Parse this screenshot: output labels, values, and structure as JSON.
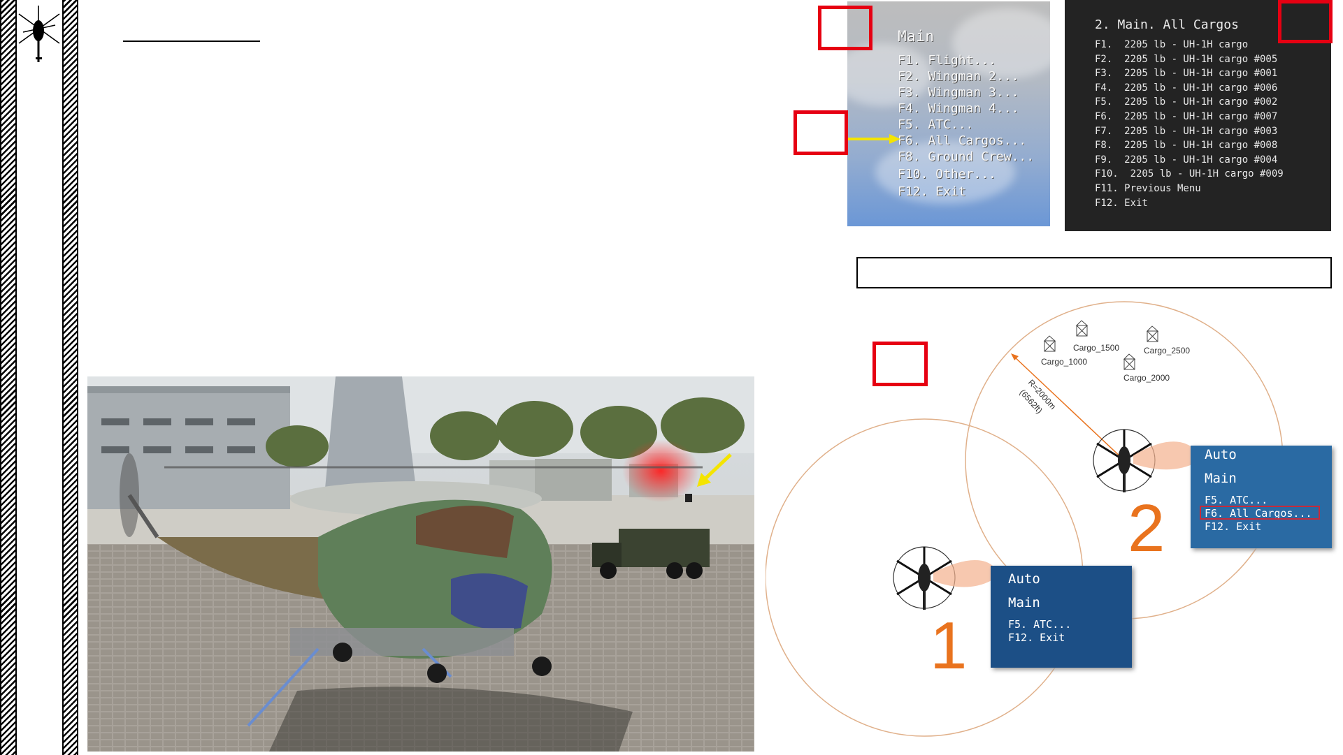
{
  "menu_main": {
    "title": "Main",
    "items": [
      "F1. Flight...",
      "F2. Wingman 2...",
      "F3. Wingman 3...",
      "F4. Wingman 4...",
      "F5. ATC...",
      "F6. All Cargos...",
      "F8. Ground Crew...",
      "F10. Other...",
      "F12. Exit"
    ]
  },
  "menu_cargo": {
    "title": "2. Main. All Cargos",
    "items": [
      "F1.  2205 lb - UH-1H cargo",
      "F2.  2205 lb - UH-1H cargo #005",
      "F3.  2205 lb - UH-1H cargo #001",
      "F4.  2205 lb - UH-1H cargo #006",
      "F5.  2205 lb - UH-1H cargo #002",
      "F6.  2205 lb - UH-1H cargo #007",
      "F7.  2205 lb - UH-1H cargo #003",
      "F8.  2205 lb - UH-1H cargo #008",
      "F9.  2205 lb - UH-1H cargo #004",
      "F10.  2205 lb - UH-1H cargo #009",
      "F11. Previous Menu",
      "F12. Exit"
    ]
  },
  "diagram": {
    "radius_label": "R=2000m",
    "radius_sub": "(6562ft)",
    "cargo_labels": [
      "Cargo_1000",
      "Cargo_1500",
      "Cargo_2500",
      "Cargo_2000"
    ],
    "panel1": {
      "title": "Auto",
      "sub": "Main",
      "items": [
        "F5. ATC...",
        "F12. Exit"
      ],
      "number": "1"
    },
    "panel2": {
      "title": "Auto",
      "sub": "Main",
      "items": [
        "F5. ATC...",
        "F6. All Cargos...",
        "F12. Exit"
      ],
      "number": "2"
    }
  },
  "colors": {
    "callout_red": "#e60012",
    "arrow_yellow": "#f4e400",
    "panel_blue": "#1f5b8f",
    "number_orange": "#e9731e"
  }
}
